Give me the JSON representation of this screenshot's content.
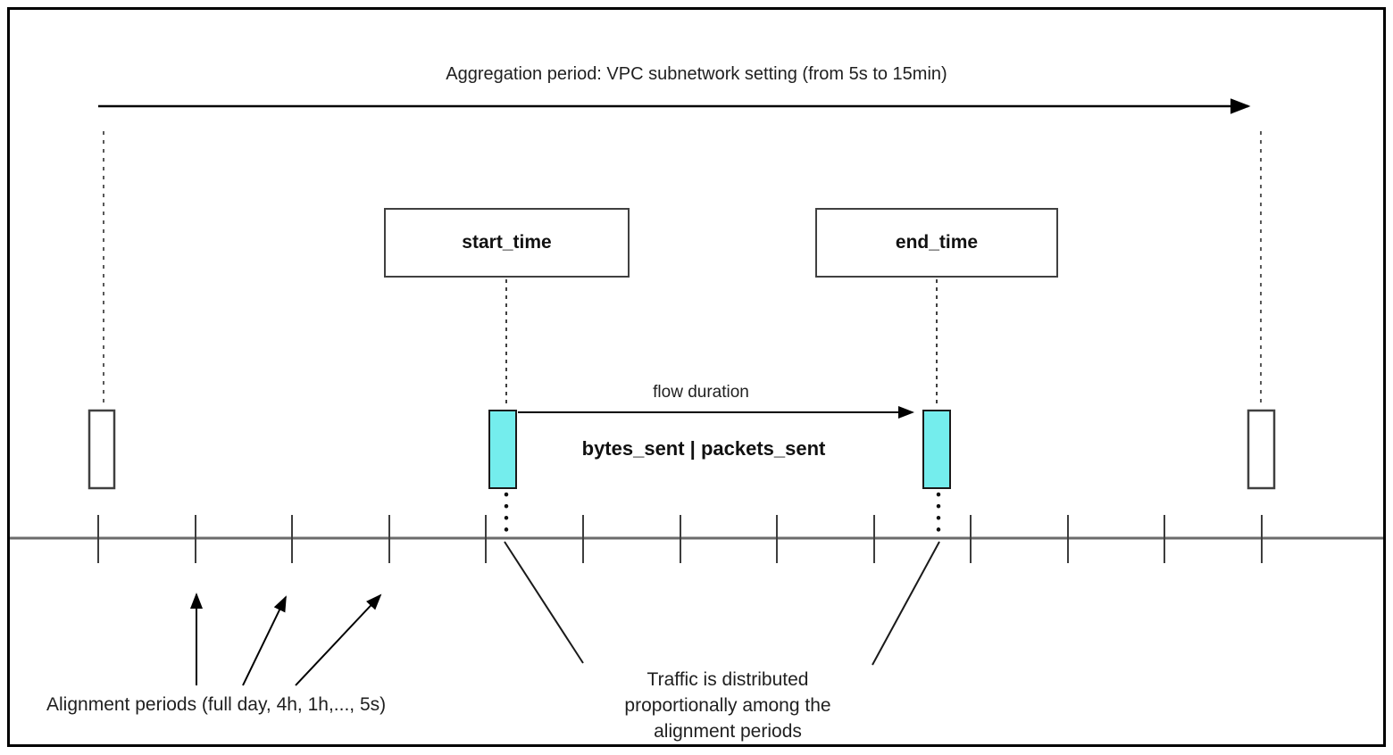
{
  "title": "Aggregation period: VPC subnetwork setting (from 5s to 15min)",
  "boxes": {
    "start_time": "start_time",
    "end_time": "end_time"
  },
  "flow": {
    "duration_label": "flow duration",
    "metrics_label": "bytes_sent | packets_sent"
  },
  "annotations": {
    "alignment_periods": "Alignment periods (full day, 4h, 1h,..., 5s)",
    "traffic_distribution": "Traffic is distributed\nproportionally among the\nalignment periods"
  },
  "colors": {
    "flow_marker_fill": "#74EDED",
    "timeline": "#6b6b6b",
    "line": "#000000"
  }
}
